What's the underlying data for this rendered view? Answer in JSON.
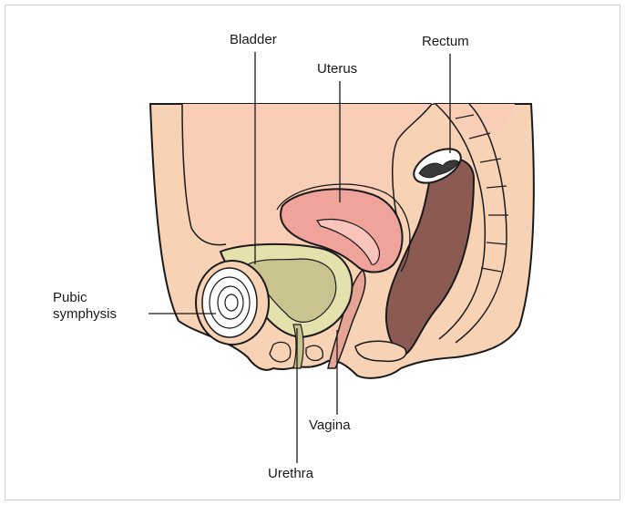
{
  "labels": {
    "bladder": "Bladder",
    "uterus": "Uterus",
    "rectum": "Rectum",
    "pubic_line1": "Pubic",
    "pubic_line2": "symphysis",
    "vagina": "Vagina",
    "urethra": "Urethra"
  },
  "colors": {
    "skin": "#f7d2b4",
    "abdominal_cavity": "#f9cdb6",
    "uterus": "#f0a39a",
    "bladder_wall": "#e5e1ad",
    "bladder_lumen": "#c9c38f",
    "rectum": "#8a5a53",
    "vagina": "#e6a494",
    "outline": "#1a1a1a"
  }
}
